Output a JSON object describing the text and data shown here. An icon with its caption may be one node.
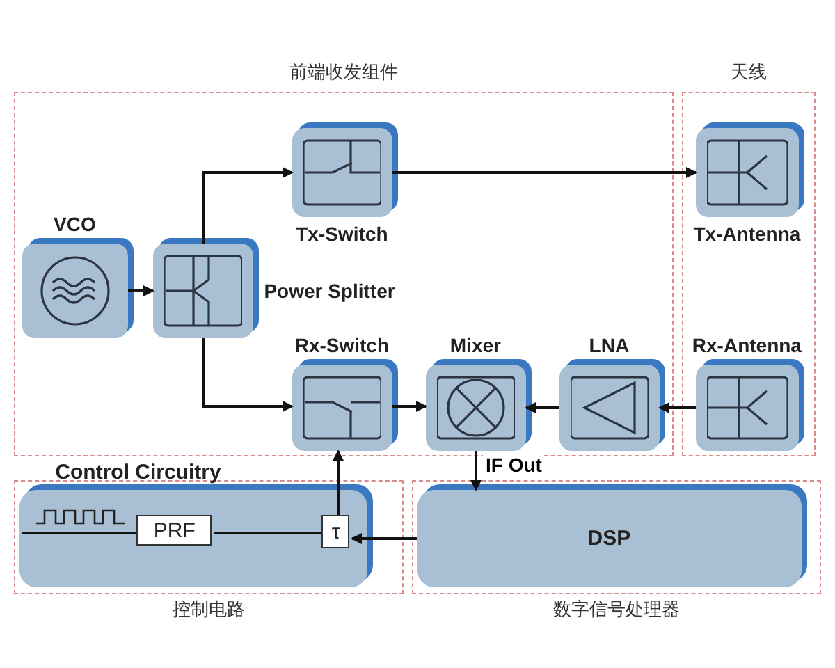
{
  "diagram": {
    "nodes": [
      {
        "text": [
          "前端收发组件"
        ]
      },
      {
        "text": [
          "天线"
        ]
      },
      {
        "text": [
          "控制电路"
        ]
      },
      {
        "text": [
          "数字信号处理器"
        ]
      },
      {
        "text": [
          "VCO"
        ],
        "in": 0
      },
      {
        "text": [
          "Power Splitter"
        ],
        "in": 0
      },
      {
        "text": [
          "Tx-Switch"
        ],
        "in": 0
      },
      {
        "text": [
          "Rx-Switch"
        ],
        "in": 0
      },
      {
        "text": [
          "Mixer"
        ],
        "in": 0
      },
      {
        "text": [
          "LNA"
        ],
        "in": 0
      },
      {
        "text": [
          "Tx-Antenna"
        ],
        "in": 1
      },
      {
        "text": [
          "Rx-Antenna"
        ],
        "in": 1
      },
      {
        "text": [
          "Control Circuitry"
        ],
        "in": 2
      },
      {
        "text": [
          "PRF"
        ],
        "in": 12
      },
      {
        "text": [
          "τ"
        ],
        "in": 12
      },
      {
        "text": [
          "DSP"
        ],
        "in": 3
      }
    ],
    "edges": [
      {
        "from": 4,
        "to": 5,
        "arrow": "to"
      },
      {
        "from": 5,
        "to": 6,
        "arrow": "to"
      },
      {
        "from": 5,
        "to": 7,
        "arrow": "to"
      },
      {
        "from": 6,
        "to": 10,
        "arrow": "to"
      },
      {
        "from": 11,
        "to": 9,
        "arrow": "to"
      },
      {
        "from": 9,
        "to": 8,
        "arrow": "to"
      },
      {
        "from": 7,
        "to": 8,
        "arrow": "to"
      },
      {
        "from": 8,
        "to": 15,
        "arrow": "to",
        "label": "IF Out"
      },
      {
        "from": 15,
        "to": 14,
        "arrow": "to"
      },
      {
        "from": 14,
        "to": 7,
        "arrow": "to"
      },
      {
        "from": 13,
        "to": 14,
        "arrow": "none"
      },
      {
        "from": null,
        "to": 13,
        "arrow": "none"
      }
    ]
  }
}
